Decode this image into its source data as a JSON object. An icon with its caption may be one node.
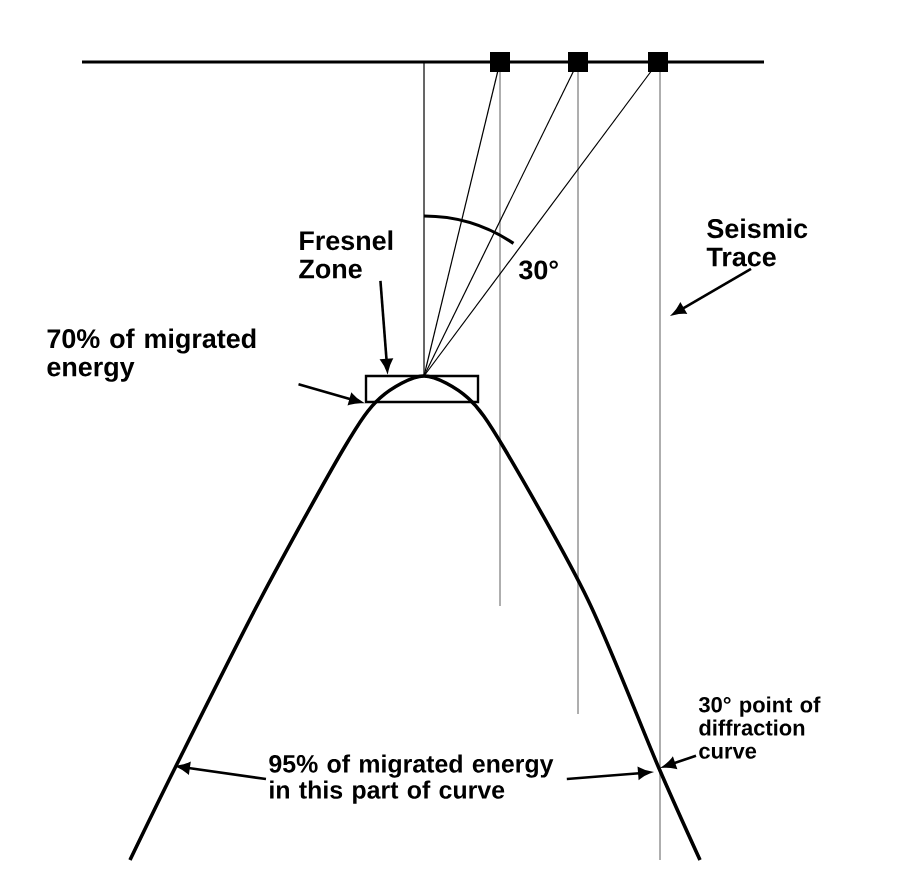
{
  "diagram": {
    "nodes": [
      {
        "text": [
          "Fresnel Zone"
        ]
      },
      {
        "text": [],
        "shape": "box"
      },
      {
        "text": [
          "70% of migrated energy"
        ]
      },
      {
        "text": [
          "Seismic Trace"
        ]
      },
      {
        "text": [
          "95% of migrated energy in this part of curve"
        ]
      },
      {
        "text": [
          "30° point of diffraction curve"
        ]
      }
    ],
    "edges": [
      {
        "from": 0,
        "to": 1,
        "arrow": "to"
      },
      {
        "from": 2,
        "to": 1,
        "arrow": "to"
      },
      {
        "from": 3,
        "to": null,
        "arrow": "to"
      },
      {
        "from": 4,
        "to": null,
        "arrow": "to"
      },
      {
        "from": 4,
        "to": null,
        "arrow": "to"
      },
      {
        "from": 5,
        "to": null,
        "arrow": "to"
      }
    ],
    "labels": [
      "30°"
    ]
  }
}
